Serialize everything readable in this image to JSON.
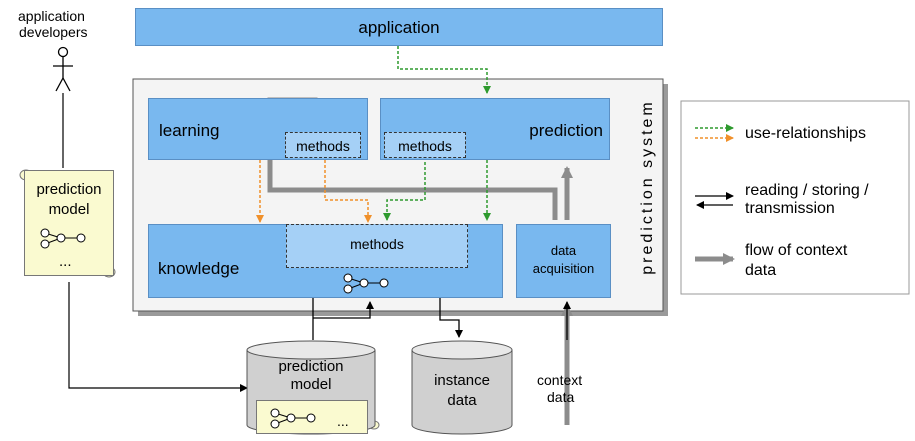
{
  "actor": {
    "label_line1": "application",
    "label_line2": "developers"
  },
  "application": {
    "label": "application"
  },
  "system": {
    "label": "prediction system"
  },
  "components": {
    "learning": "learning",
    "prediction": "prediction",
    "knowledge": "knowledge",
    "methods_learning": "methods",
    "methods_prediction": "methods",
    "methods_knowledge": "methods",
    "data_acquisition_line1": "data",
    "data_acquisition_line2": "acquisition"
  },
  "scroll": {
    "line1": "prediction",
    "line2": "model",
    "ellipsis": "..."
  },
  "databases": {
    "prediction_model_line1": "prediction",
    "prediction_model_line2": "model",
    "prediction_model_ellipsis": "...",
    "instance_line1": "instance",
    "instance_line2": "data"
  },
  "context": {
    "line1": "context",
    "line2": "data"
  },
  "legend": {
    "use_relationships": "use-relationships",
    "reading_line1": "reading / storing /",
    "reading_line2": "transmission",
    "flow_line1": "flow of context",
    "flow_line2": "data"
  },
  "colors": {
    "box_blue": "#79b8ef",
    "use_green": "#2e9a2e",
    "use_orange": "#f0902a",
    "flow_gray": "#8c8c8c"
  }
}
